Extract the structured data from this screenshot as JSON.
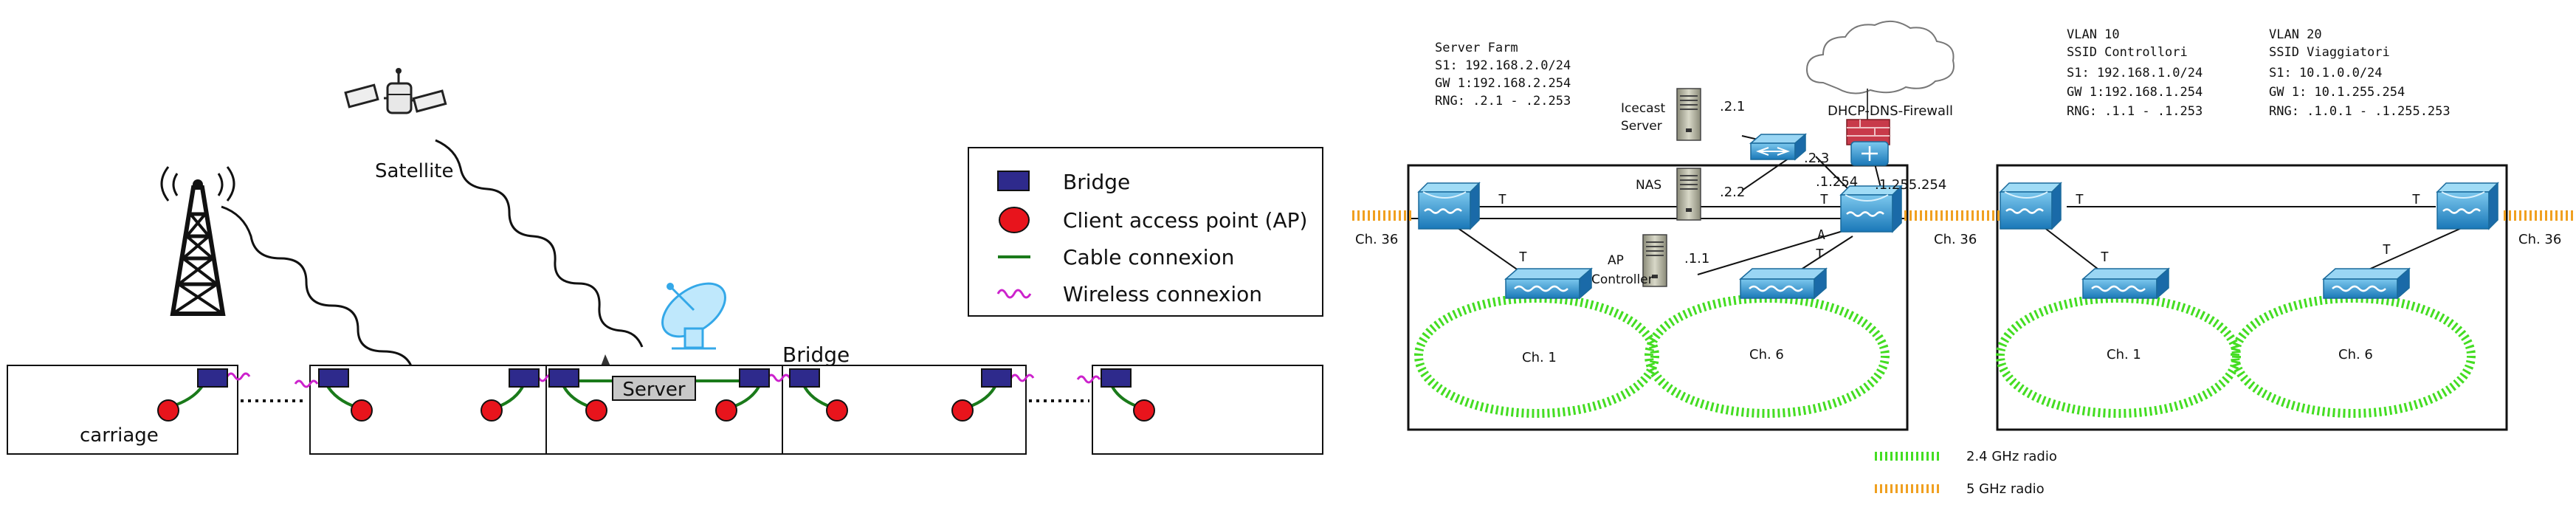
{
  "colors": {
    "bridge": "#2e2a8c",
    "ap": "#e8141c",
    "cable": "#1a7a1a",
    "wireless": "#cc22cc",
    "radio_24": "#44dd22",
    "radio_5": "#f0a020",
    "switch": "#2a9ad0",
    "firewall": "#c83a4a"
  },
  "left": {
    "satellite_label": "Satellite",
    "bridge_label": "Bridge",
    "server_label": "Server",
    "carriage_label": "carriage",
    "legend": {
      "bridge": "Bridge",
      "ap": "Client access point (AP)",
      "cable": "Cable connexion",
      "wireless": "Wireless connexion"
    }
  },
  "right": {
    "server_farm": {
      "l1": "Server Farm",
      "l2": "S1: 192.168.2.0/24",
      "l3": "GW 1:192.168.2.254",
      "l4": "RNG: .2.1 - .2.253"
    },
    "vlan10": {
      "l1": "VLAN 10",
      "l2": "SSID Controllori",
      "l3": "S1: 192.168.1.0/24",
      "l4": "GW 1:192.168.1.254",
      "l5": "RNG: .1.1 - .1.253"
    },
    "vlan20": {
      "l1": "VLAN 20",
      "l2": "SSID Viaggiatori",
      "l3": "S1: 10.1.0.0/24",
      "l4": "GW 1: 10.1.255.254",
      "l5": "RNG: .1.0.1 - .1.255.253"
    },
    "icecast_l1": "Icecast",
    "icecast_l2": "Server",
    "icecast_ip": ".2.1",
    "nas": "NAS",
    "nas_ip": ".2.2",
    "router_ip": ".2.3",
    "dhcp": "DHCP-DNS-Firewall",
    "ip_1254": ".1.254",
    "ip_1255254": ".1.255.254",
    "apc_l1": "AP",
    "apc_l2": "Controller",
    "apc_ip": ".1.1",
    "t": "T",
    "a": "A",
    "ch36": "Ch. 36",
    "ch1": "Ch. 1",
    "ch6": "Ch. 6",
    "legend_24": "2.4 GHz radio",
    "legend_5": "5 GHz radio"
  }
}
